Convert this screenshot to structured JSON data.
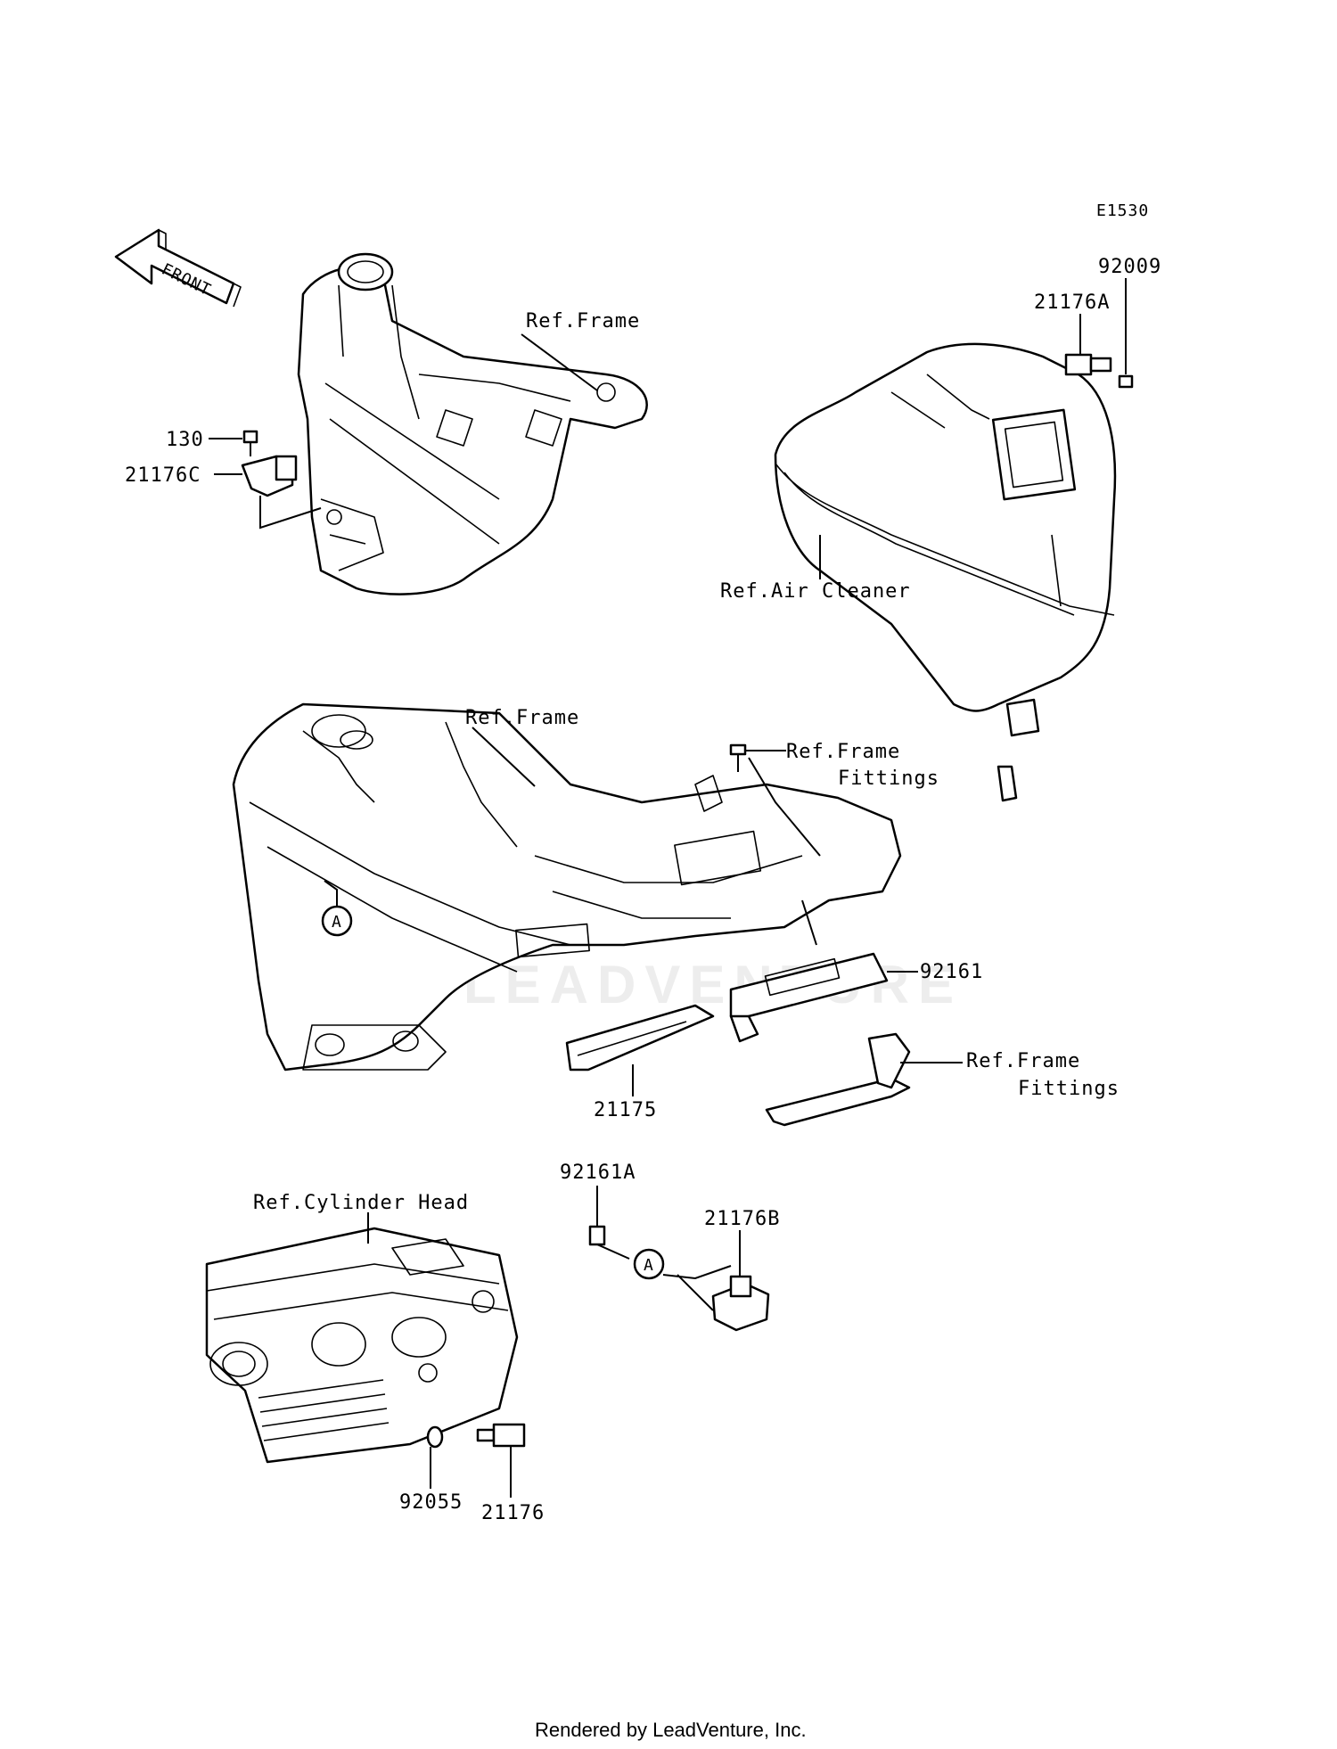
{
  "diagram": {
    "code": "E1530",
    "direction_label": "FRONT",
    "watermark": "LEADVENTURE",
    "footer": "Rendered by LeadVenture, Inc.",
    "callouts": {
      "ref_frame_top": "Ref.Frame",
      "ref_air_cleaner": "Ref.Air Cleaner",
      "ref_frame_mid": "Ref.Frame",
      "ref_frame_fittings_1_a": "Ref.Frame",
      "ref_frame_fittings_1_b": "Fittings",
      "ref_frame_fittings_2_a": "Ref.Frame",
      "ref_frame_fittings_2_b": "Fittings",
      "ref_cylinder_head": "Ref.Cylinder Head"
    },
    "parts": {
      "p130": "130",
      "p21176C": "21176C",
      "p92009": "92009",
      "p21176A": "21176A",
      "p92161": "92161",
      "p21175": "21175",
      "p92161A": "92161A",
      "p21176B": "21176B",
      "p92055": "92055",
      "p21176": "21176"
    },
    "connector_marker": "A"
  }
}
